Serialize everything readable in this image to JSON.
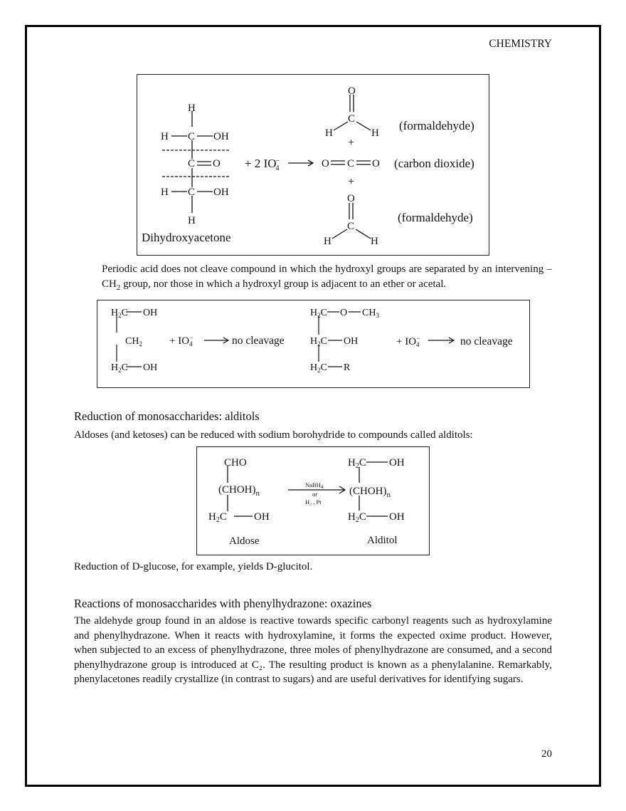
{
  "header": {
    "subject": "CHEMISTRY"
  },
  "figure1": {
    "h_top": "H",
    "h_left1": "H",
    "c1": "C",
    "oh1": "OH",
    "c2": "C",
    "o2": "O",
    "h_left3": "H",
    "c3": "C",
    "oh3": "OH",
    "h_bottom": "H",
    "name": "Dihydroxyacetone",
    "reagent": "+ 2 IO",
    "reagent_sub": "4",
    "reagent_sup": "−",
    "p1_o": "O",
    "p1_c": "C",
    "p1_h1": "H",
    "p1_h2": "H",
    "p1_label": "(formaldehyde)",
    "plus": "+",
    "p2_o1": "O",
    "p2_c": "C",
    "p2_o2": "O",
    "p2_label": "(carbon dioxide)",
    "p3_o": "O",
    "p3_c": "C",
    "p3_h1": "H",
    "p3_h2": "H",
    "p3_label": "(formaldehyde)"
  },
  "paragraph1": {
    "part1": "Periodic acid does not cleave compound in which the hydroxyl groups are separated by an intervening –CH",
    "sub": "2",
    "part2": " group, nor those in which a hydroxyl group is adjacent to an ether or acetal."
  },
  "figure2": {
    "h2c": "H",
    "sub2": "2",
    "c": "C",
    "oh": "OH",
    "ch": "CH",
    "o": "O",
    "ch3_sub": "3",
    "r": "R",
    "reagent": "+ IO",
    "reagent_sub": "4",
    "reagent_sup": "−",
    "result": "no cleavage"
  },
  "section1": {
    "heading": "Reduction of monosaccharides: alditols",
    "text": "Aldoses (and ketoses) can be reduced with sodium borohydride to compounds called alditols:"
  },
  "figure3": {
    "cho": "CHO",
    "chohn": "(CHOH)",
    "n": "n",
    "h2c": "H",
    "sub2": "2",
    "c": "C",
    "oh": "OH",
    "reagent_top": "NaBH",
    "reagent_top_sub": "4",
    "reagent_or": "or",
    "reagent_bottom": "H₂ , Pt",
    "left_label": "Aldose",
    "right_label": "Alditol"
  },
  "section1_after": "Reduction of D-glucose, for example, yields D-glucitol.",
  "section2": {
    "heading": "Reactions of monosaccharides with phenylhydrazone: oxazines",
    "text": "The aldehyde group found in an aldose is reactive towards specific carbonyl reagents such as hydroxylamine and phenylhydrazone. When it reacts with hydroxylamine, it forms the expected oxime product. However, when subjected to an excess of phenylhydrazone, three moles of phenylhydrazone are consumed, and a second phenylhydrazone group is introduced at C₂. The resulting product is known as a phenylalanine. Remarkably, phenylacetones readily crystallize (in contrast to sugars) and are useful derivatives for identifying sugars."
  },
  "page_number": "20"
}
